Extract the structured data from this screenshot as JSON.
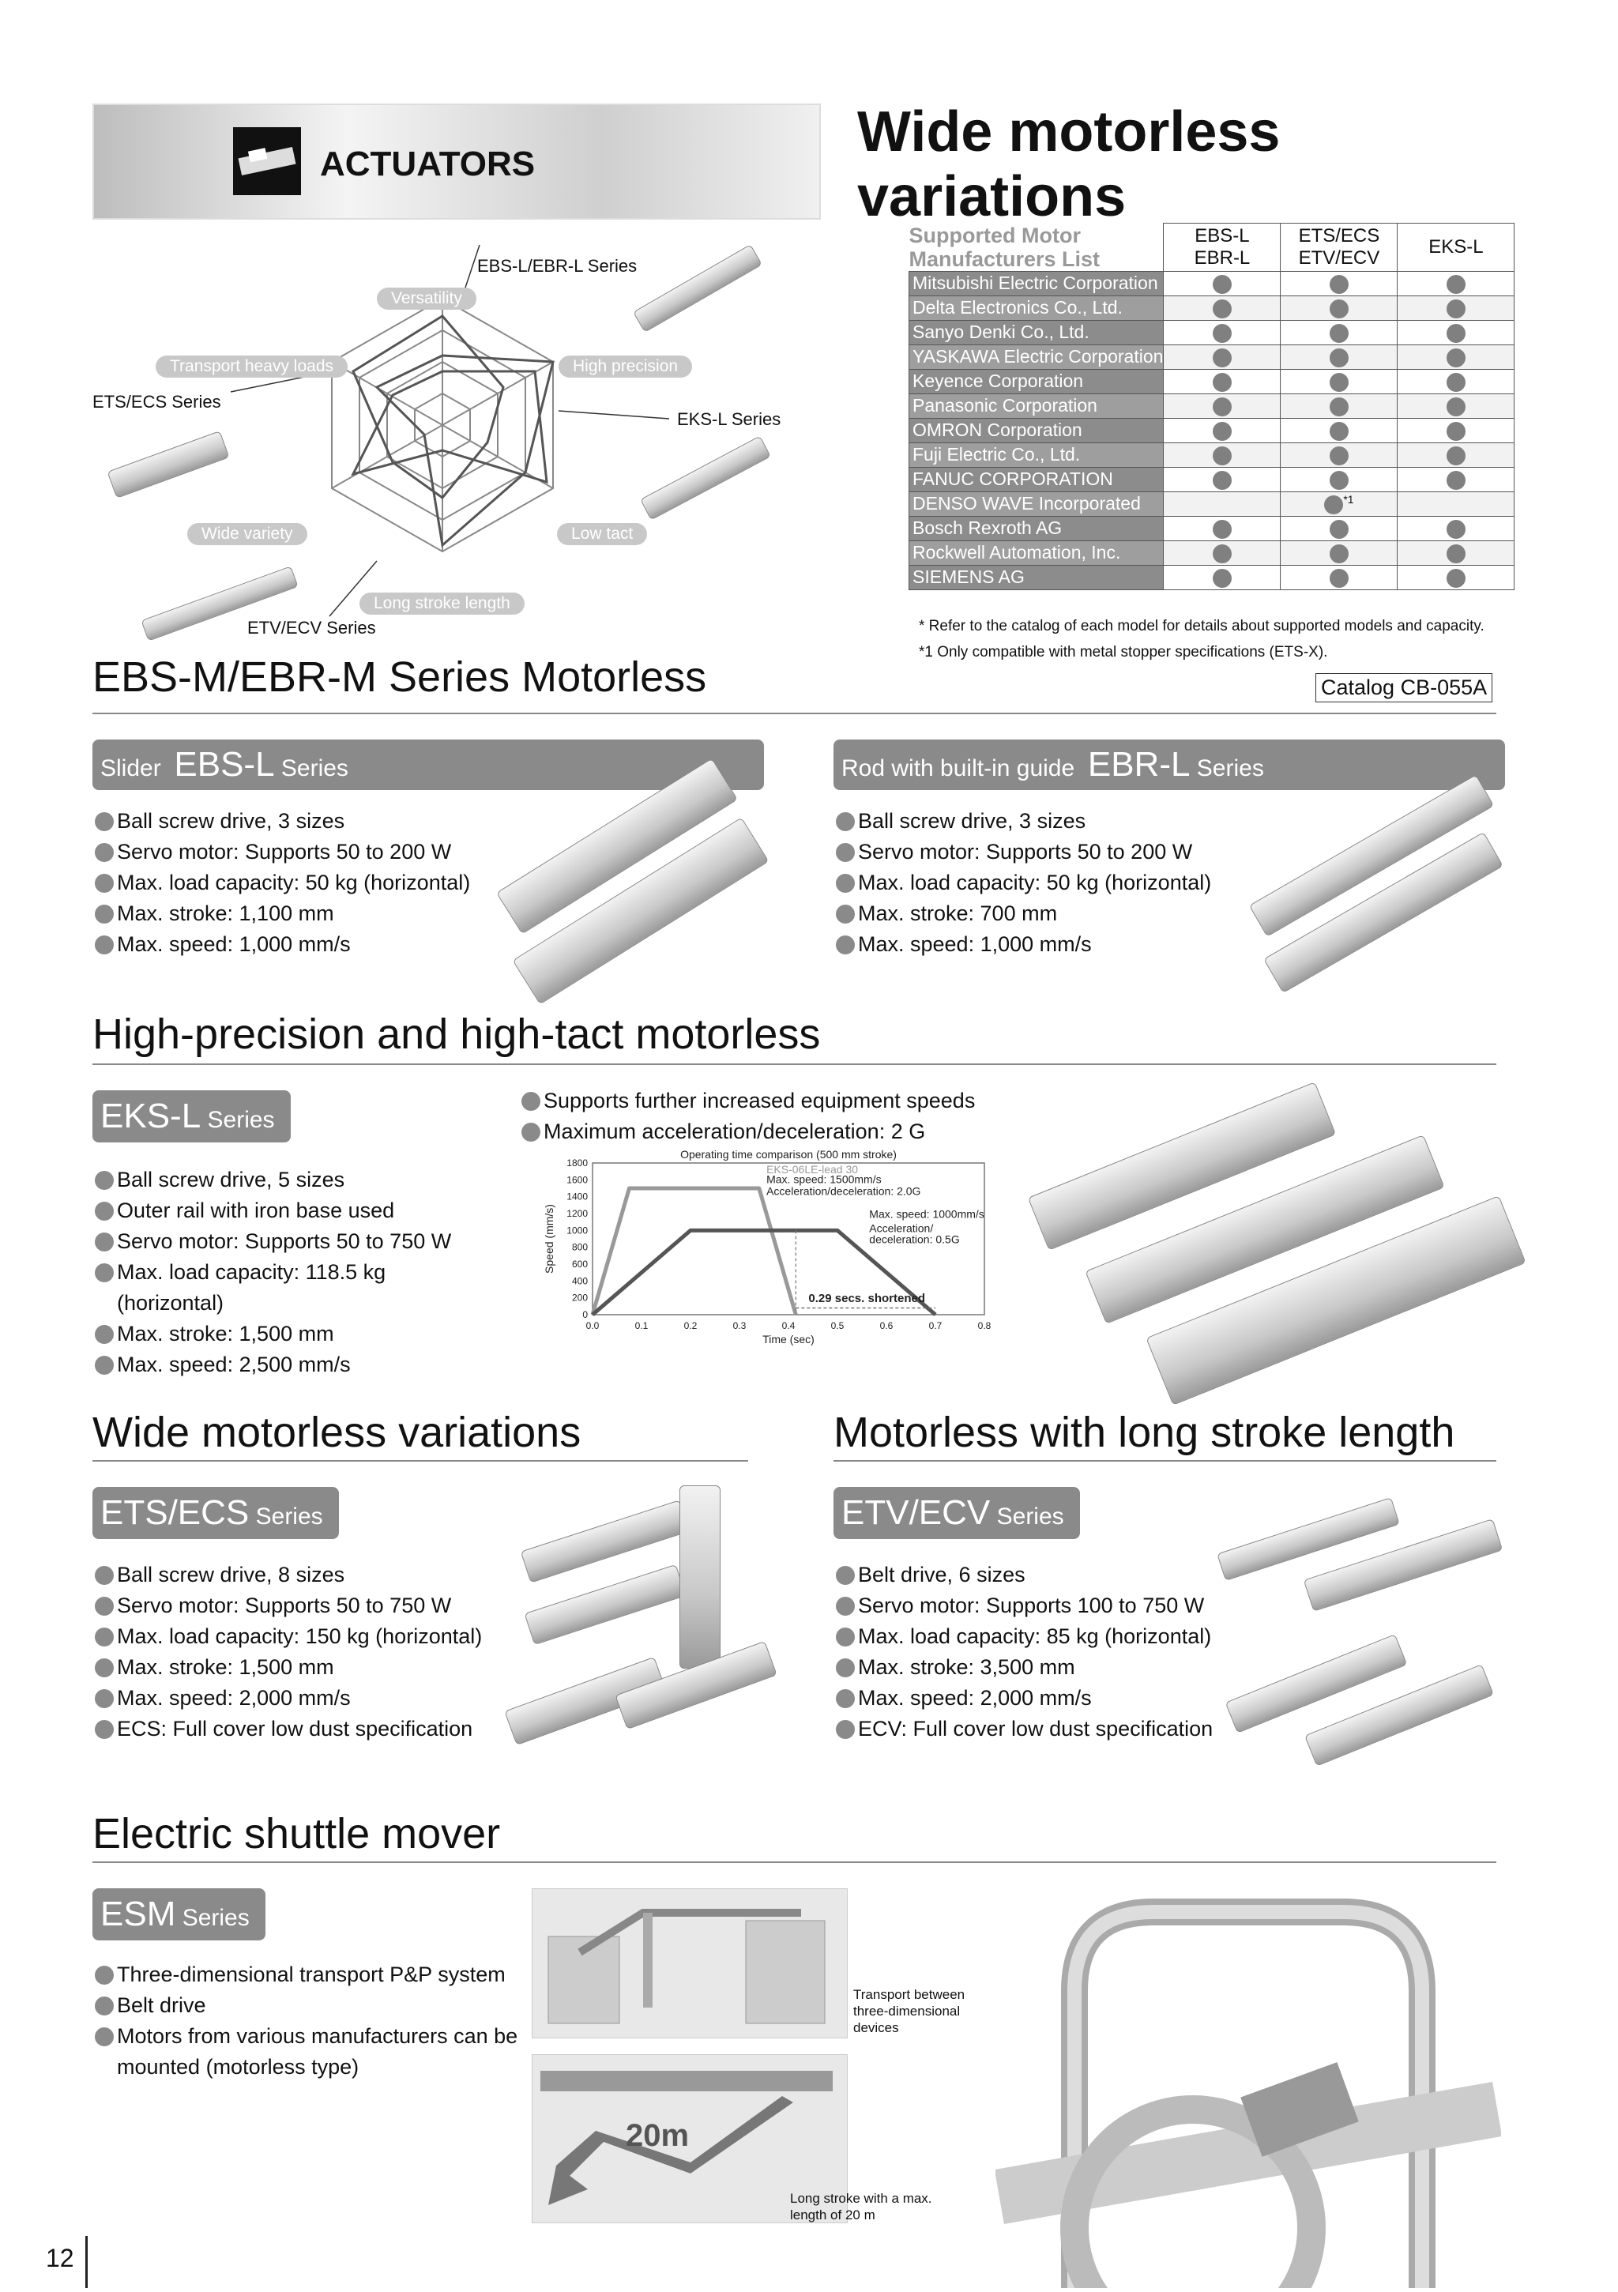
{
  "banner": {
    "title": "ACTUATORS"
  },
  "headline": {
    "line1": "Wide motorless",
    "line2": "variations"
  },
  "radar": {
    "axes": [
      "Versatility",
      "High precision",
      "Low tact",
      "Long stroke length",
      "Wide variety",
      "Transport heavy loads"
    ],
    "series_labels": [
      "EBS-L/EBR-L Series",
      "EKS-L Series",
      "ETV/ECV Series",
      "ETS/ECS Series"
    ]
  },
  "motor_table": {
    "caption_line1": "Supported Motor",
    "caption_line2": "Manufacturers List",
    "col1_l1": "EBS-L",
    "col1_l2": "EBR-L",
    "col2_l1": "ETS/ECS",
    "col2_l2": "ETV/ECV",
    "col3": "EKS-L",
    "rows": [
      {
        "maker": "Mitsubishi Electric Corporation",
        "c1": true,
        "c2": true,
        "c3": true
      },
      {
        "maker": "Delta Electronics Co., Ltd.",
        "c1": true,
        "c2": true,
        "c3": true
      },
      {
        "maker": "Sanyo Denki Co., Ltd.",
        "c1": true,
        "c2": true,
        "c3": true
      },
      {
        "maker": "YASKAWA Electric Corporation",
        "c1": true,
        "c2": true,
        "c3": true
      },
      {
        "maker": "Keyence Corporation",
        "c1": true,
        "c2": true,
        "c3": true
      },
      {
        "maker": "Panasonic Corporation",
        "c1": true,
        "c2": true,
        "c3": true
      },
      {
        "maker": "OMRON Corporation",
        "c1": true,
        "c2": true,
        "c3": true
      },
      {
        "maker": "Fuji Electric Co., Ltd.",
        "c1": true,
        "c2": true,
        "c3": true
      },
      {
        "maker": "FANUC CORPORATION",
        "c1": true,
        "c2": true,
        "c3": true
      },
      {
        "maker": "DENSO WAVE Incorporated",
        "c1": false,
        "c2": true,
        "c3": false,
        "note": "*1"
      },
      {
        "maker": "Bosch Rexroth AG",
        "c1": true,
        "c2": true,
        "c3": true
      },
      {
        "maker": "Rockwell Automation, Inc.",
        "c1": true,
        "c2": true,
        "c3": true
      },
      {
        "maker": "SIEMENS AG",
        "c1": true,
        "c2": true,
        "c3": true
      }
    ],
    "note1": "* Refer to the catalog of each model for details about supported models and capacity.",
    "note2": "*1 Only compatible with metal stopper specifications (ETS-X)."
  },
  "ebs_section": {
    "title": "EBS-M/EBR-M Series Motorless",
    "catalog": "Catalog CB-055A",
    "left": {
      "prefix": "Slider",
      "name": "EBS-L",
      "suffix": "Series",
      "bullets": [
        "Ball screw drive, 3 sizes",
        "Servo motor: Supports 50 to 200 W",
        "Max. load capacity: 50 kg (horizontal)",
        "Max. stroke: 1,100 mm",
        "Max. speed: 1,000 mm/s"
      ]
    },
    "right": {
      "prefix": "Rod with built-in guide",
      "name": "EBR-L",
      "suffix": "Series",
      "bullets": [
        "Ball screw drive, 3 sizes",
        "Servo motor: Supports 50 to 200 W",
        "Max. load capacity: 50 kg (horizontal)",
        "Max. stroke: 700 mm",
        "Max. speed: 1,000 mm/s"
      ]
    }
  },
  "eks_section": {
    "title": "High-precision and high-tact motorless",
    "name": "EKS-L",
    "suffix": "Series",
    "bullets": [
      "Ball screw drive, 5 sizes",
      "Outer rail with iron base used",
      "Servo motor: Supports 50 to 750 W",
      "Max. load capacity: 118.5 kg (horizontal)",
      "Max. stroke: 1,500 mm",
      "Max. speed: 2,500 mm/s"
    ],
    "top_bullets": [
      "Supports further increased equipment speeds",
      "Maximum acceleration/deceleration: 2 G"
    ]
  },
  "chart_data": {
    "type": "line",
    "title": "Operating time comparison (500 mm stroke)",
    "xlabel": "Time (sec)",
    "ylabel": "Speed (mm/s)",
    "xlim": [
      0.0,
      0.8
    ],
    "ylim": [
      0,
      1800
    ],
    "xticks": [
      "0.0",
      "0.1",
      "0.2",
      "0.3",
      "0.4",
      "0.5",
      "0.6",
      "0.7",
      "0.8"
    ],
    "yticks": [
      "0",
      "200",
      "400",
      "600",
      "800",
      "1000",
      "1200",
      "1400",
      "1600",
      "1800"
    ],
    "series": [
      {
        "x": [
          0.0,
          0.075,
          0.34,
          0.415
        ],
        "y": [
          0,
          1500,
          1500,
          0
        ]
      },
      {
        "x": [
          0.0,
          0.2,
          0.5,
          0.7
        ],
        "y": [
          0,
          1000,
          1000,
          0
        ]
      }
    ],
    "annotations": {
      "a1": "EKS-06LE-lead 30",
      "a2": "Max. speed: 1500mm/s",
      "a3": "Acceleration/deceleration: 2.0G",
      "b1": "Max. speed: 1000mm/s",
      "b2": "Acceleration/",
      "b3": "deceleration: 0.5G",
      "shortened": "0.29 secs. shortened"
    }
  },
  "ets_section": {
    "title": "Wide motorless variations",
    "name": "ETS/ECS",
    "suffix": "Series",
    "bullets": [
      "Ball screw drive, 8 sizes",
      "Servo motor: Supports 50 to 750 W",
      "Max. load capacity: 150 kg (horizontal)",
      "Max. stroke: 1,500 mm",
      "Max. speed: 2,000 mm/s",
      "ECS: Full cover low dust specification"
    ]
  },
  "etv_section": {
    "title": "Motorless with long stroke length",
    "name": "ETV/ECV",
    "suffix": "Series",
    "bullets": [
      "Belt drive, 6 sizes",
      "Servo motor: Supports 100 to 750 W",
      "Max. load capacity: 85 kg (horizontal)",
      "Max. stroke: 3,500 mm",
      "Max. speed: 2,000 mm/s",
      "ECV: Full cover low dust specification"
    ]
  },
  "esm_section": {
    "title": "Electric shuttle mover",
    "name": "ESM",
    "suffix": "Series",
    "bullets": [
      "Three-dimensional transport P&P system",
      "Belt drive",
      "Motors from various manufacturers can be mounted (motorless type)"
    ],
    "cap1_l1": "Transport between",
    "cap1_l2": "three-dimensional",
    "cap1_l3": "devices",
    "cap2_l1": "Long stroke with a max.",
    "cap2_l2": "length of 20 m",
    "sign": "20m"
  },
  "page_number": "12"
}
